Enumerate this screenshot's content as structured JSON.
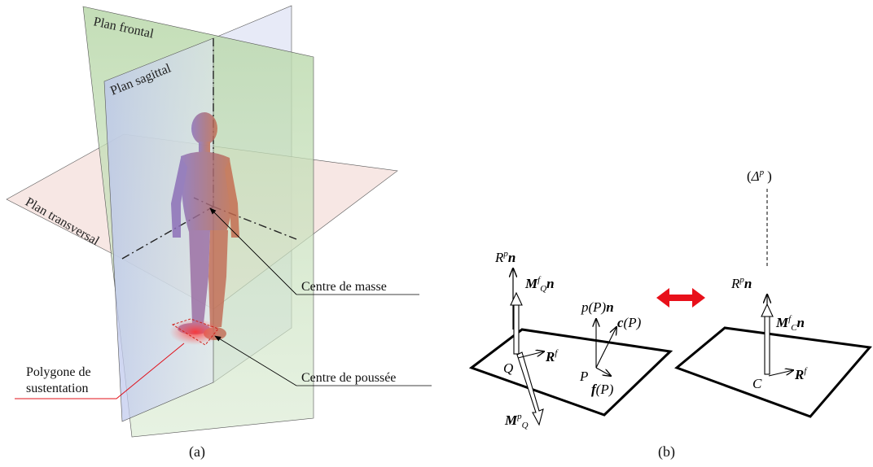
{
  "panel_a": {
    "plan_frontal": "Plan frontal",
    "plan_sagittal": "Plan sagittal",
    "plan_transversal": "Plan transversal",
    "centre_masse": "Centre de masse",
    "centre_poussee": "Centre de poussée",
    "polygone_line1": "Polygone de",
    "polygone_line2": "sustentation",
    "caption": "(a)"
  },
  "panel_b": {
    "caption": "(b)",
    "delta_open": "(",
    "delta_sym": "Δ",
    "delta_sup": "p",
    "delta_close": ")",
    "left": {
      "Rp_base": "R",
      "Rp_sup": "p",
      "Rp_vec": "n",
      "Mf_base": "M",
      "Mf_sup": "f",
      "Mf_sub": "Q",
      "Mf_vec": "n",
      "pP_text": "p(P)",
      "pP_vec": "n",
      "cP_bold": "c",
      "cP_rest": "(P)",
      "Q": "Q",
      "Rf_base": "R",
      "Rf_sup": "f",
      "P": "P",
      "fP_bold": "f",
      "fP_rest": "(P)",
      "Mp_base": "M",
      "Mp_sup": "p",
      "Mp_sub": "Q"
    },
    "right": {
      "Rp_base": "R",
      "Rp_sup": "p",
      "Rp_vec": "n",
      "Mf_base": "M",
      "Mf_sup": "f",
      "Mf_sub": "C",
      "Mf_vec": "n",
      "C": "C",
      "Rf_base": "R",
      "Rf_sup": "f"
    }
  },
  "colors": {
    "frontal_plane": "#c9dfc0",
    "sagittal_plane": "#c5cce8",
    "transversal_plane": "#f3dcd8",
    "callout_red": "#e0101a",
    "double_arrow": "#e8101a"
  }
}
